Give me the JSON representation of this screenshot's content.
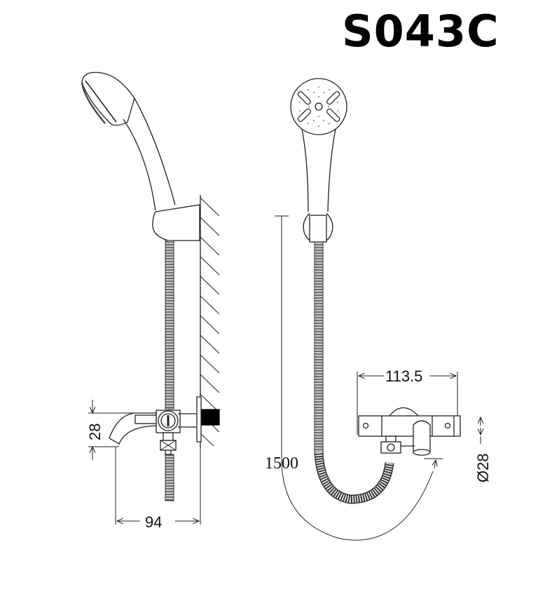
{
  "title": {
    "model_code": "S043C"
  },
  "side_view": {
    "dimensions": {
      "spout_height": "28",
      "projection_width": "94"
    }
  },
  "front_view": {
    "dimensions": {
      "body_width": "113.5",
      "body_diameter": "Ø28",
      "hose_length": "1500"
    }
  },
  "colors": {
    "line": "#222222",
    "background": "#ffffff",
    "fill_dark": "#000000"
  }
}
